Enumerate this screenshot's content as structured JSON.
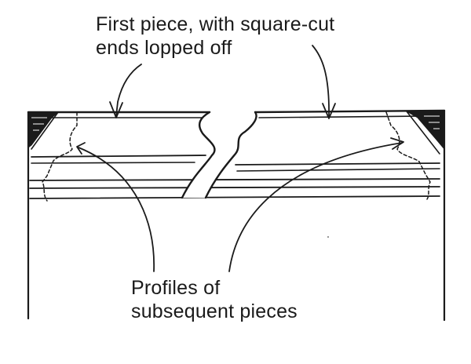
{
  "callouts": {
    "first_piece": {
      "line1": "First piece, with square-cut",
      "line2": "ends lopped off"
    },
    "profiles": {
      "line1": "Profiles of",
      "line2": "subsequent pieces"
    }
  },
  "colors": {
    "ink": "#1a1a1a",
    "paper": "#ffffff"
  }
}
